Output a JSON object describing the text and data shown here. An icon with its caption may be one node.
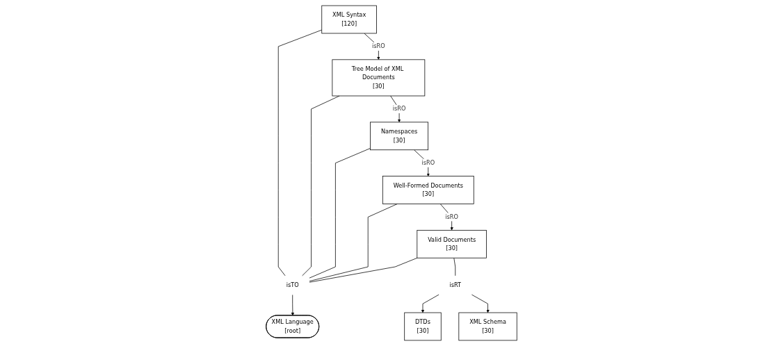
{
  "diagram": {
    "nodes": [
      {
        "text": [
          "XML Language",
          "[root]"
        ]
      },
      {
        "text": [
          "XML Syntax",
          "[120]"
        ]
      },
      {
        "text": [
          "isTO"
        ]
      },
      {
        "text": [
          "Valid Documents",
          "[30]"
        ]
      },
      {
        "text": [
          "Tree Model of XML Documents",
          "[30]"
        ]
      },
      {
        "text": [
          "Well-Formed Documents",
          "[30]"
        ]
      },
      {
        "text": [
          "isRT"
        ]
      },
      {
        "text": [
          "DTDs",
          "[30]"
        ]
      },
      {
        "text": [
          "XML Schema",
          "[30]"
        ]
      },
      {
        "text": [
          "Namespaces",
          "[30]"
        ]
      }
    ],
    "edges": [
      {
        "from": 1,
        "to": 2,
        "arrow": "none"
      },
      {
        "from": 3,
        "to": 2,
        "arrow": "none"
      },
      {
        "from": 4,
        "to": 2,
        "arrow": "none"
      },
      {
        "from": 5,
        "to": 2,
        "arrow": "none"
      },
      {
        "from": 9,
        "to": 2,
        "arrow": "none"
      },
      {
        "from": 2,
        "to": 0,
        "arrow": "to"
      },
      {
        "from": 1,
        "to": 4,
        "label": "isRO",
        "arrow": "to"
      },
      {
        "from": 4,
        "to": 9,
        "label": "isRO",
        "arrow": "to"
      },
      {
        "from": 9,
        "to": 5,
        "label": "isRO",
        "arrow": "to"
      },
      {
        "from": 5,
        "to": 3,
        "label": "isRO",
        "arrow": "to"
      },
      {
        "from": 3,
        "to": 6,
        "arrow": "none"
      },
      {
        "from": 6,
        "to": 7,
        "arrow": "to"
      },
      {
        "from": 6,
        "to": 8,
        "arrow": "to"
      }
    ]
  }
}
